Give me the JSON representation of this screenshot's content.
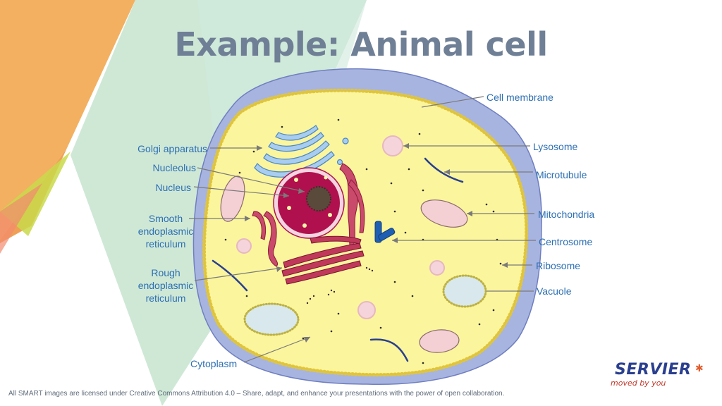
{
  "slide": {
    "title": "Example: Animal cell",
    "footer": "All SMART images are licensed under Creative Commons Attribution 4.0 – Share, adapt, and enhance your presentations with the power of open collaboration."
  },
  "labels": {
    "cell_membrane": "Cell membrane",
    "lysosome": "Lysosome",
    "microtubule": "Microtubule",
    "mitochondria": "Mitochondria",
    "centrosome": "Centrosome",
    "ribosome": "Ribosome",
    "vacuole": "Vacuole",
    "golgi": "Golgi apparatus",
    "nucleolus": "Nucleolus",
    "nucleus": "Nucleus",
    "smooth_er_1": "Smooth",
    "smooth_er_2": "endoplasmic",
    "smooth_er_3": "reticulum",
    "rough_er_1": "Rough",
    "rough_er_2": "endoplasmic",
    "rough_er_3": "reticulum",
    "cytoplasm": "Cytoplasm"
  },
  "logo": {
    "word": "SERVIER",
    "tagline": "moved by you"
  },
  "colors": {
    "label_text": "#2c6fb3",
    "leader_line": "#7a7a7a",
    "cytoplasm": "#fbf59d",
    "outer_membrane": "#a8b4e0",
    "nucleus": "#b0104d",
    "organelle_pink": "#f4cfd3"
  }
}
